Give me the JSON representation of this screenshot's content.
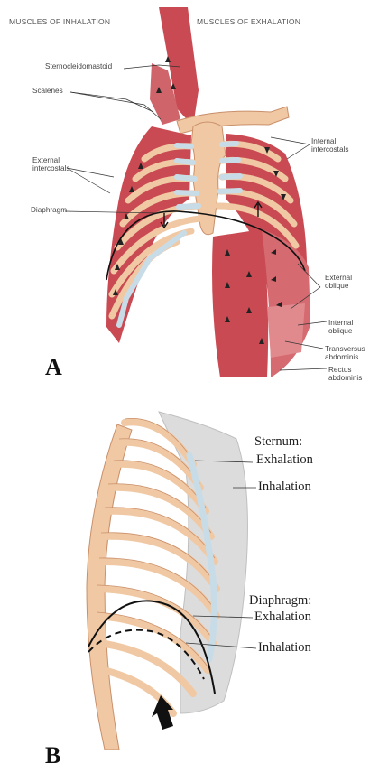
{
  "panel_a": {
    "letter": "A",
    "header_left": "MUSCLES OF INHALATION",
    "header_right": "MUSCLES OF EXHALATION",
    "labels": {
      "sternocleidomastoid": "Sternocleidomastoid",
      "scalenes": "Scalenes",
      "external_intercostals": "External\nintercostals",
      "diaphragm": "Diaphragm",
      "internal_intercostals": "Internal\nintercostals",
      "external_oblique": "External\noblique",
      "internal_oblique": "Internal\noblique",
      "transversus_abdominis": "Transversus\nabdominis",
      "rectus_abdominis": "Rectus\nabdominis"
    }
  },
  "panel_b": {
    "letter": "B",
    "labels": {
      "sternum": "Sternum:",
      "sternum_exhalation": "Exhalation",
      "sternum_inhalation": "Inhalation",
      "diaphragm": "Diaphragm:",
      "diaphragm_exhalation": "Exhalation",
      "diaphragm_inhalation": "Inhalation"
    }
  },
  "colors": {
    "muscle": "#c94a52",
    "muscle_light": "#e08a8e",
    "bone": "#f0c9a4",
    "bone_edge": "#c98f6a",
    "cartilage": "#c8dce8",
    "ghost": "#dcdcdc"
  }
}
